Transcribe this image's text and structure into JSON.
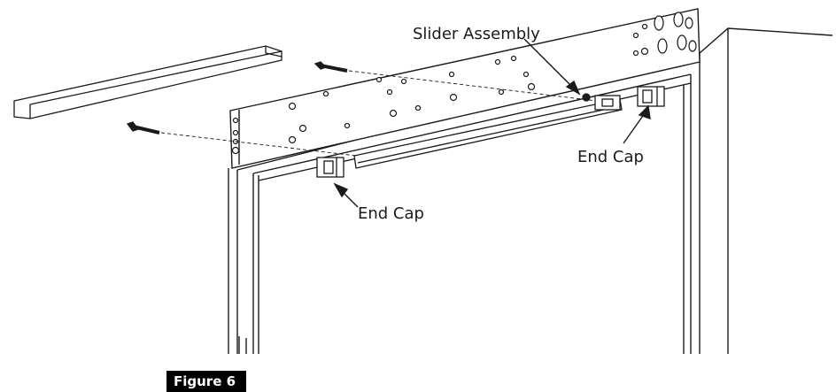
{
  "figure": {
    "label": "Figure 6"
  },
  "callouts": {
    "slider_assembly": "Slider Assembly",
    "end_cap_right": "End Cap",
    "end_cap_left": "End Cap"
  },
  "colors": {
    "line": "#1a1a1a",
    "tag_background": "#000000",
    "tag_text": "#ffffff"
  }
}
